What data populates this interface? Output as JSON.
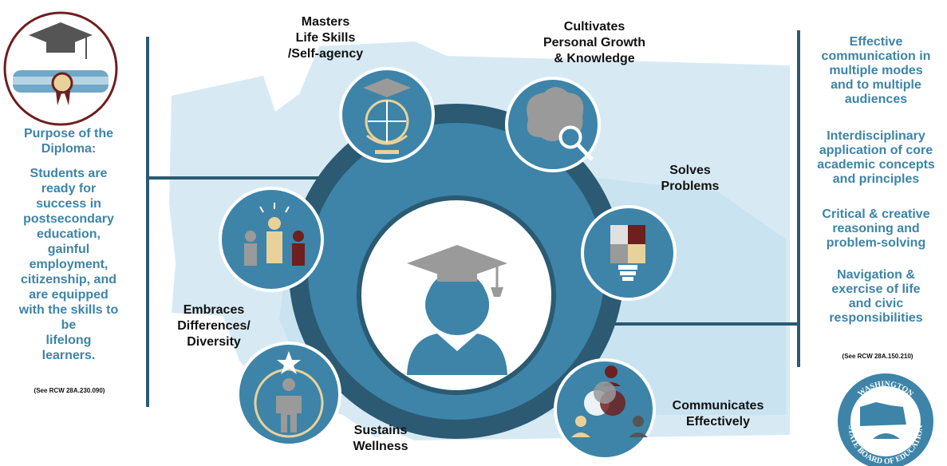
{
  "colors": {
    "teal": "#3d84a8",
    "dark_teal": "#2b5a72",
    "map_light": "#bfdbea",
    "map_lighter": "#d5e9f3",
    "maroon": "#6e1f1f",
    "tan": "#e8d29a",
    "gray": "#9a9a9a"
  },
  "left_panel": {
    "heading": "Purpose of the\nDiploma:",
    "body": "Students are\nready for\nsuccess in\npostsecondary\neducation,\ngainful\nemployment,\ncitizenship, and\nare equipped\nwith the skills to\nbe\nlifelong\nlearners.",
    "citation": "(See RCW 28A.230.090)",
    "icon": "diploma-graduation-cap-icon"
  },
  "center": {
    "icon": "graduate-person-icon",
    "outcomes": [
      {
        "label": "Masters\nLife Skills\n/Self-agency",
        "icon": "globe-graduation-cap-icon"
      },
      {
        "label": "Cultivates\nPersonal Growth\n& Knowledge",
        "icon": "brain-magnifier-icon"
      },
      {
        "label": "Solves\nProblems",
        "icon": "lightbulb-puzzle-icon"
      },
      {
        "label": "Communicates\nEffectively",
        "icon": "speech-bubbles-people-icon"
      },
      {
        "label": "Sustains\nWellness",
        "icon": "person-star-icon"
      },
      {
        "label": "Embraces\nDifferences/\nDiversity",
        "icon": "diverse-people-icon"
      }
    ]
  },
  "right_panel": {
    "items": [
      "Effective\ncommunication in\nmultiple modes\nand to multiple\naudiences",
      "Interdisciplinary\napplication of core\nacademic concepts\nand principles",
      "Critical & creative\nreasoning and\nproblem-solving",
      "Navigation &\nexercise of life\nand civic\nresponsibilities"
    ],
    "citation": "(See RCW 28A.150.210)"
  },
  "seal": {
    "text_top": "WASHINGTON",
    "text_bottom": "STATE BOARD OF EDUCATION",
    "icon": "state-board-seal-icon"
  }
}
